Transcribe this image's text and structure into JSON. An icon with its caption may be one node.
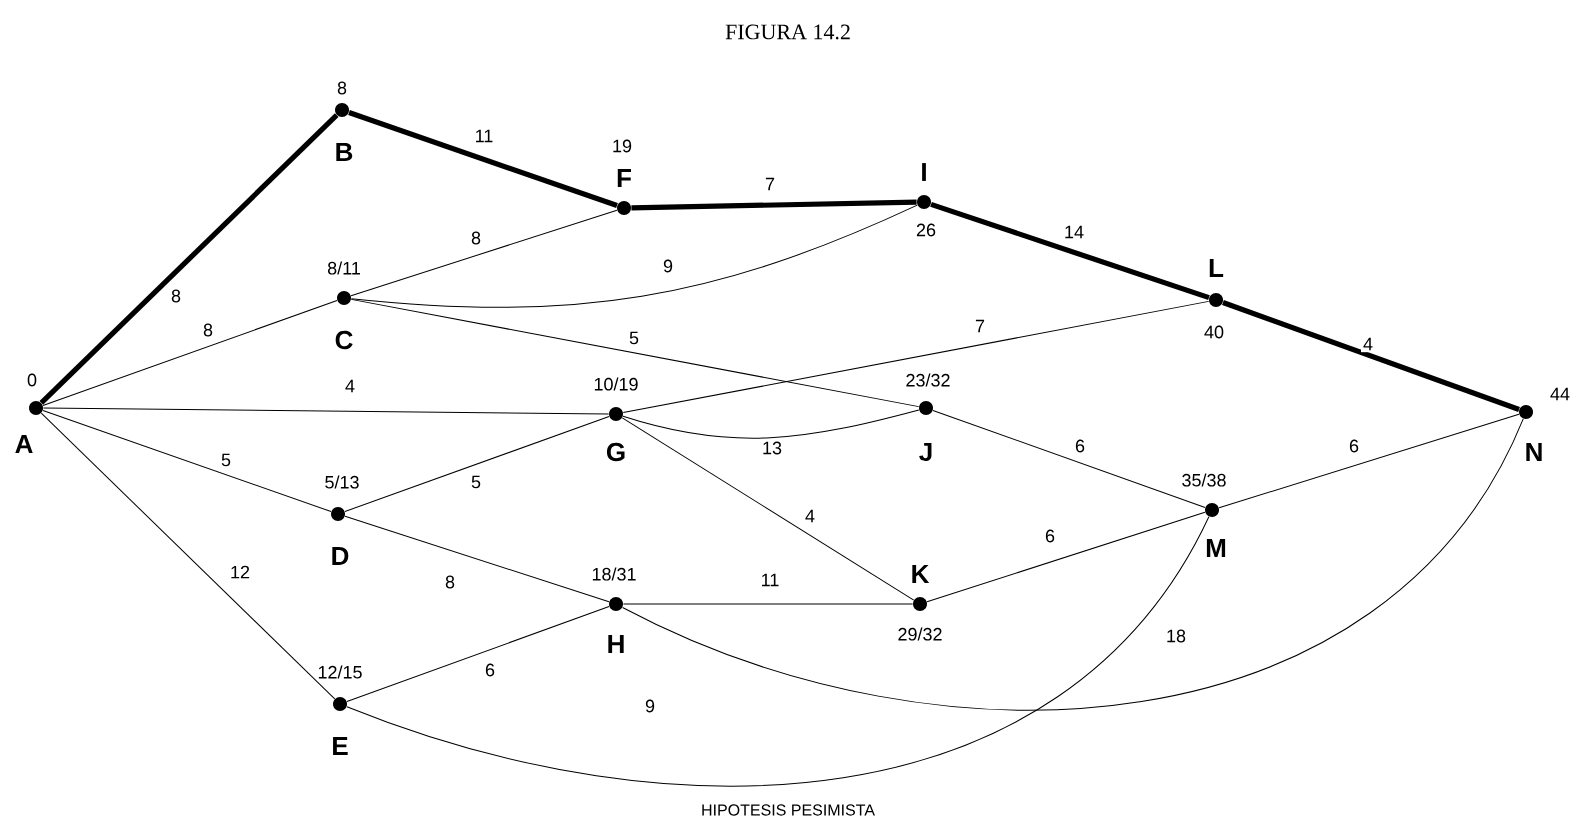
{
  "diagram": {
    "title": "FIGURA 14.2",
    "caption": "HIPOTESIS PESIMISTA",
    "nodes": [
      {
        "text": [
          "A"
        ],
        "beside": [
          "0"
        ]
      },
      {
        "text": [
          "B"
        ],
        "beside": [
          "8"
        ]
      },
      {
        "text": [
          "F"
        ],
        "beside": [
          "19"
        ]
      },
      {
        "text": [
          "I"
        ],
        "beside": [
          "26"
        ]
      },
      {
        "text": [
          "L"
        ],
        "beside": [
          "40"
        ]
      },
      {
        "text": [
          "N"
        ],
        "beside": [
          "44"
        ]
      },
      {
        "text": [
          "C"
        ],
        "beside": [
          "8/11"
        ]
      },
      {
        "text": [
          "G"
        ],
        "beside": [
          "10/19"
        ]
      },
      {
        "text": [
          "J"
        ],
        "beside": [
          "23/32"
        ]
      },
      {
        "text": [
          "D"
        ],
        "beside": [
          "5/13"
        ]
      },
      {
        "text": [
          "M"
        ],
        "beside": [
          "35/38"
        ]
      },
      {
        "text": [
          "H"
        ],
        "beside": [
          "18/31"
        ]
      },
      {
        "text": [
          "K"
        ],
        "beside": [
          "29/32"
        ]
      },
      {
        "text": [
          "E"
        ],
        "beside": [
          "12/15"
        ]
      }
    ],
    "edges": [
      {
        "from": 0,
        "to": 1,
        "arrow": "none",
        "label": "8",
        "style": "thick"
      },
      {
        "from": 1,
        "to": 2,
        "arrow": "none",
        "label": "11",
        "style": "thick"
      },
      {
        "from": 2,
        "to": 3,
        "arrow": "none",
        "label": "7",
        "style": "thick"
      },
      {
        "from": 3,
        "to": 4,
        "arrow": "none",
        "label": "14",
        "style": "thick"
      },
      {
        "from": 4,
        "to": 5,
        "arrow": "none",
        "label": "4",
        "style": "thick"
      },
      {
        "from": 0,
        "to": 6,
        "arrow": "none",
        "label": "8"
      },
      {
        "from": 0,
        "to": 7,
        "arrow": "none",
        "label": "4"
      },
      {
        "from": 0,
        "to": 9,
        "arrow": "none",
        "label": "5"
      },
      {
        "from": 0,
        "to": 13,
        "arrow": "none",
        "label": "12"
      },
      {
        "from": 6,
        "to": 2,
        "arrow": "none",
        "label": "8"
      },
      {
        "from": 6,
        "to": 3,
        "arrow": "none",
        "label": "9"
      },
      {
        "from": 6,
        "to": 8,
        "arrow": "none",
        "label": "5"
      },
      {
        "from": 7,
        "to": 4,
        "arrow": "none",
        "label": "7"
      },
      {
        "from": 7,
        "to": 8,
        "arrow": "none",
        "label": "13"
      },
      {
        "from": 7,
        "to": 12,
        "arrow": "none",
        "label": "4"
      },
      {
        "from": 9,
        "to": 7,
        "arrow": "none",
        "label": "5"
      },
      {
        "from": 9,
        "to": 11,
        "arrow": "none",
        "label": "8"
      },
      {
        "from": 13,
        "to": 11,
        "arrow": "none",
        "label": "6"
      },
      {
        "from": 13,
        "to": 10,
        "arrow": "none",
        "label": "9"
      },
      {
        "from": 11,
        "to": 12,
        "arrow": "none",
        "label": "11"
      },
      {
        "from": 11,
        "to": 5,
        "arrow": "none",
        "label": "18"
      },
      {
        "from": 8,
        "to": 10,
        "arrow": "none",
        "label": "6"
      },
      {
        "from": 12,
        "to": 10,
        "arrow": "none",
        "label": "6"
      },
      {
        "from": 10,
        "to": 5,
        "arrow": "none",
        "label": "6"
      }
    ]
  }
}
